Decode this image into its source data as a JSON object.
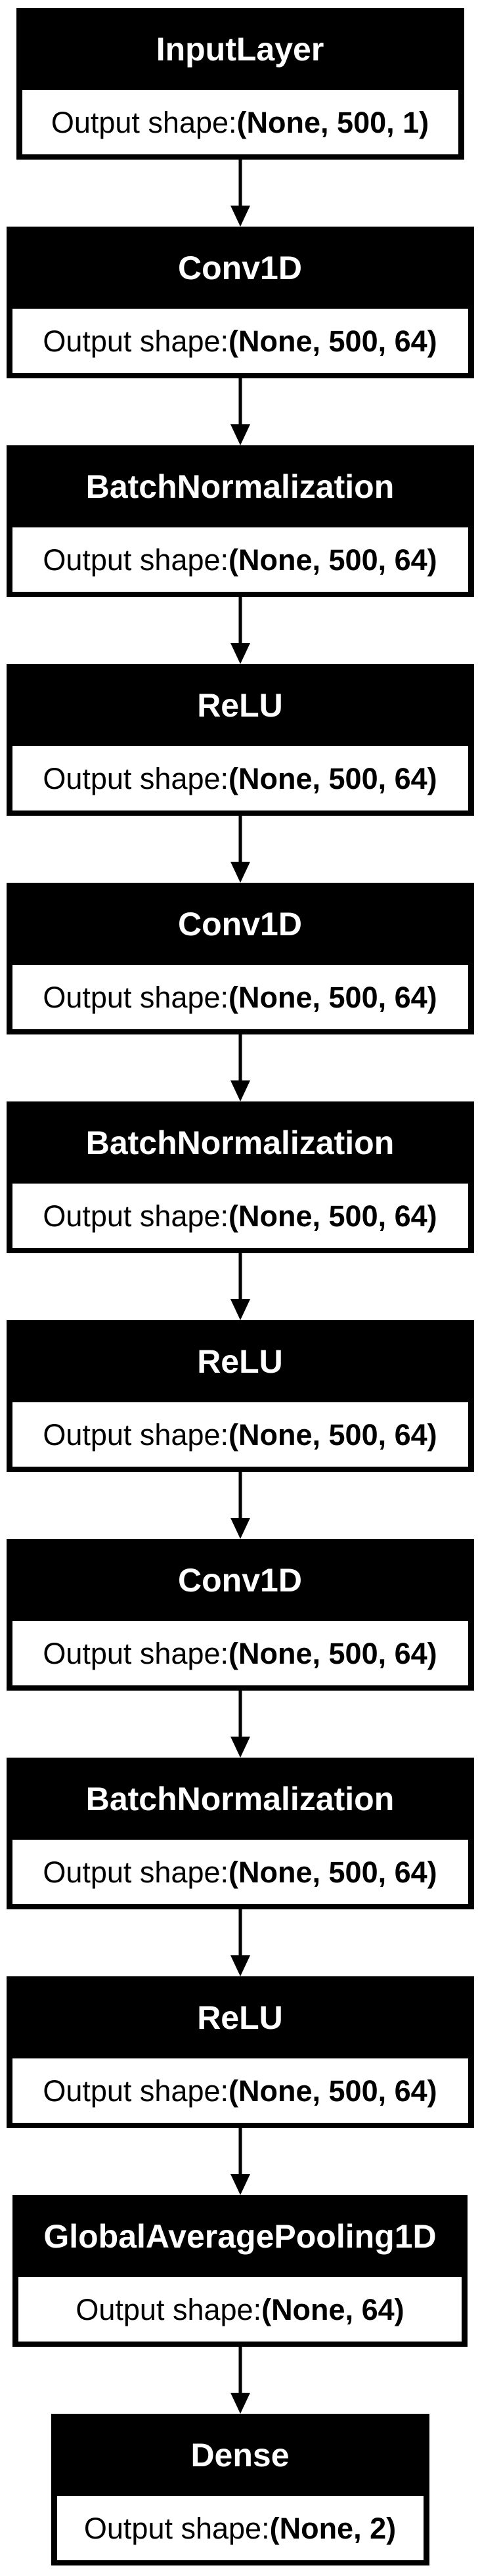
{
  "diagram": {
    "shape_label_prefix": "Output shape: ",
    "colors": {
      "node_header_bg": "#000000",
      "node_header_text": "#ffffff",
      "node_body_bg": "#ffffff",
      "node_body_text": "#000000",
      "arrow": "#000000",
      "page_bg": "#ffffff"
    },
    "layers": [
      {
        "name": "InputLayer",
        "output_shape": "(None, 500, 1)"
      },
      {
        "name": "Conv1D",
        "output_shape": "(None, 500, 64)"
      },
      {
        "name": "BatchNormalization",
        "output_shape": "(None, 500, 64)"
      },
      {
        "name": "ReLU",
        "output_shape": "(None, 500, 64)"
      },
      {
        "name": "Conv1D",
        "output_shape": "(None, 500, 64)"
      },
      {
        "name": "BatchNormalization",
        "output_shape": "(None, 500, 64)"
      },
      {
        "name": "ReLU",
        "output_shape": "(None, 500, 64)"
      },
      {
        "name": "Conv1D",
        "output_shape": "(None, 500, 64)"
      },
      {
        "name": "BatchNormalization",
        "output_shape": "(None, 500, 64)"
      },
      {
        "name": "ReLU",
        "output_shape": "(None, 500, 64)"
      },
      {
        "name": "GlobalAveragePooling1D",
        "output_shape": "(None, 64)"
      },
      {
        "name": "Dense",
        "output_shape": "(None, 2)"
      }
    ]
  }
}
